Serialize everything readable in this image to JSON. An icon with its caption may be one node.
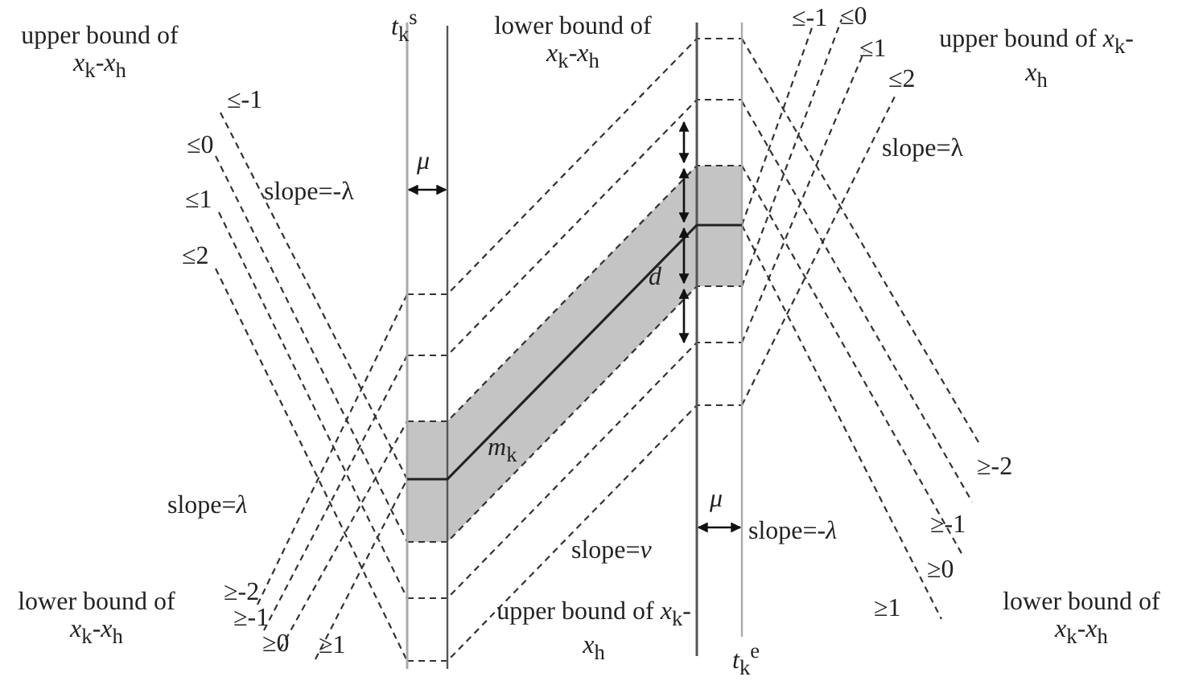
{
  "diagram": {
    "labels": [
      "upper bound of *x*$_{k}$-*x*$_{h}$",
      "*t*$_{k}$$^{s}$",
      "lower bound of *x*$_{k}$-*x*$_{h}$",
      "≤-1",
      "≤0",
      "≤1",
      "≤2",
      "upper bound of *x*$_{k}$-*x*$_{h}$",
      "≤-1",
      "≤0",
      "*μ*",
      "slope=-λ",
      "≤1",
      "slope=λ",
      "≤2",
      "*d*",
      "*m*$_{k}$",
      "≥-2",
      "slope=*λ*",
      "≥-1",
      "*μ*",
      "slope=-*λ*",
      "slope=*ν*",
      "≥0",
      "≥-2",
      "≥1",
      "≥-1",
      "lower bound of *x*$_{k}$-*x*$_{h}$",
      "≥0",
      "≥1",
      "upper bound of *x*$_{k}$-*x*$_{h}$",
      "*t*$_{k}$$^{e}$",
      "lower bound of *x*$_{k}$-*x*$_{h}$"
    ]
  }
}
